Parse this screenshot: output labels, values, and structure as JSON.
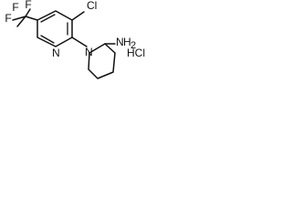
{
  "molecule": {
    "atoms": {
      "cl": "Cl",
      "n_pyridine": "N",
      "n_piperidine": "N",
      "f_top_left": "F",
      "f_top_right": "F",
      "f_mid": "F",
      "nh2_n": "N",
      "nh2_h": "H",
      "nh2_sub": "2"
    },
    "salt": {
      "text": "HCl"
    }
  }
}
